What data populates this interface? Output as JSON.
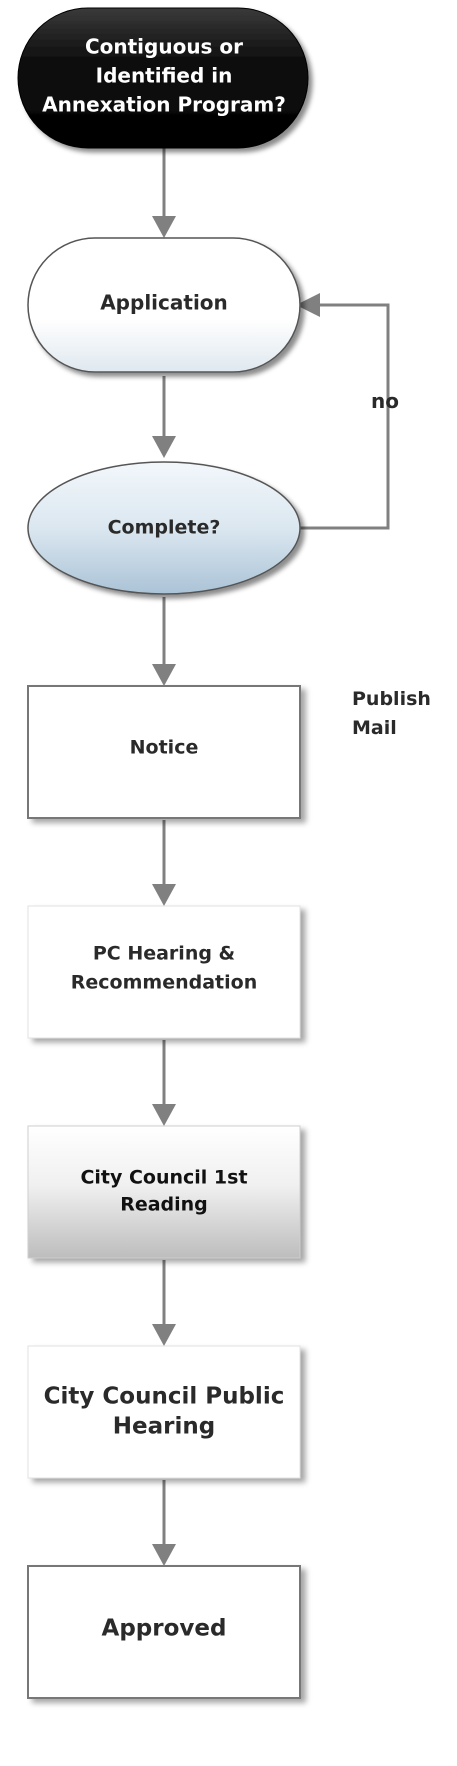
{
  "nodes": {
    "start": {
      "lines": [
        "Contiguous or",
        "Identified in",
        "Annexation Program?"
      ]
    },
    "application": {
      "lines": [
        "Application"
      ]
    },
    "complete": {
      "lines": [
        "Complete?"
      ]
    },
    "notice": {
      "lines": [
        "Notice"
      ]
    },
    "pc_hearing": {
      "lines": [
        "PC Hearing &",
        "Recommendation"
      ]
    },
    "cc_reading": {
      "lines": [
        "City Council 1st",
        "Reading"
      ]
    },
    "cc_hearing": {
      "lines": [
        "City Council Public",
        "Hearing"
      ]
    },
    "approved": {
      "lines": [
        "Approved"
      ]
    }
  },
  "labels": {
    "no": "no",
    "publish": "Publish",
    "mail": "Mail"
  },
  "colors": {
    "connector": "#808080",
    "start_fill": "#0b0b0b",
    "text_dark": "#2a2a2a",
    "text_light": "#ffffff",
    "complete_fill": "#c9dbe8",
    "box_border": "#777777"
  }
}
